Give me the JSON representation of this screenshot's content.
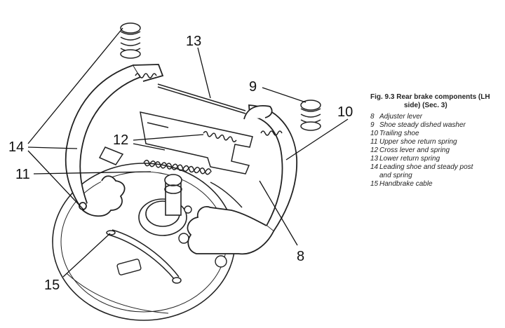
{
  "figure": {
    "caption_line1": "Fig. 9.3 Rear brake components (LH",
    "caption_line2": "side) (Sec. 3)",
    "legend": [
      {
        "num": "8",
        "text": "Adjuster lever"
      },
      {
        "num": "9",
        "text": "Shoe steady dished washer"
      },
      {
        "num": "10",
        "text": "Trailing shoe"
      },
      {
        "num": "11",
        "text": "Upper shoe return spring"
      },
      {
        "num": "12",
        "text": "Cross lever and spring"
      },
      {
        "num": "13",
        "text": "Lower return spring"
      },
      {
        "num": "14",
        "text": "Leading shoe and steady post"
      },
      {
        "num": "",
        "text": "and spring"
      },
      {
        "num": "15",
        "text": "Handbrake cable"
      }
    ]
  },
  "callouts": {
    "c8": "8",
    "c9": "9",
    "c10": "10",
    "c11": "11",
    "c12": "12",
    "c13": "13",
    "c14": "14",
    "c15": "15"
  }
}
